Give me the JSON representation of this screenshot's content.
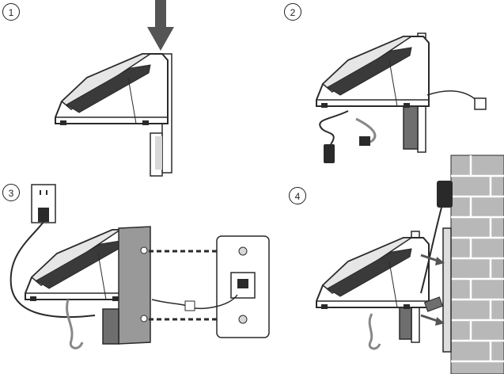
{
  "steps": [
    {
      "id": 1,
      "label": ""
    },
    {
      "id": 2,
      "label": ""
    },
    {
      "id": 3,
      "label": ""
    },
    {
      "id": 4,
      "label": ""
    }
  ],
  "colors": {
    "line": "#2a2a2a",
    "body": "#ffffff",
    "shade": "#d8d8d8",
    "dark": "#6e6e6e",
    "arrow": "#555555",
    "brick": "#b8b8b8",
    "brick_line": "#ffffff"
  },
  "icons": [
    "down-arrow-icon",
    "power-outlet-icon",
    "phone-jack-icon",
    "power-adapter-icon",
    "phone-cord-icon"
  ]
}
